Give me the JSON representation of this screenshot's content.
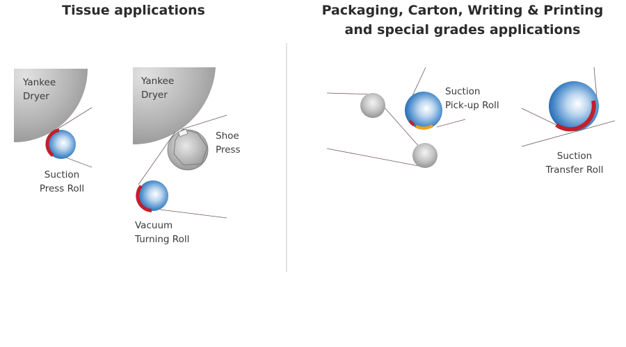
{
  "headings": {
    "tissue": "Tissue applications",
    "packaging_line1": "Packaging, Carton, Writing & Printing",
    "packaging_line2": "and special grades applications"
  },
  "tissue": {
    "diagram1": {
      "dryer": {
        "line1": "Yankee",
        "line2": "Dryer"
      },
      "roll": {
        "line1": "Suction",
        "line2": "Press Roll"
      }
    },
    "diagram2": {
      "dryer": {
        "line1": "Yankee",
        "line2": "Dryer"
      },
      "shoe_press": {
        "line1": "Shoe",
        "line2": "Press"
      },
      "roll": {
        "line1": "Vacuum",
        "line2": "Turning Roll"
      }
    }
  },
  "packaging": {
    "pickup_roll": {
      "line1": "Suction",
      "line2": "Pick-up Roll"
    },
    "transfer_roll": {
      "line1": "Suction",
      "line2": "Transfer Roll"
    }
  },
  "colors": {
    "suction_zone": "#c0202c",
    "pickup_zone": "#f0a020",
    "roll_blue": "#2a6fb8",
    "roll_grey": "#9b9b9b",
    "dryer_grey": "#8f8f8f",
    "felt_line": "#6b5a5a",
    "divider": "#c8c8c8"
  }
}
